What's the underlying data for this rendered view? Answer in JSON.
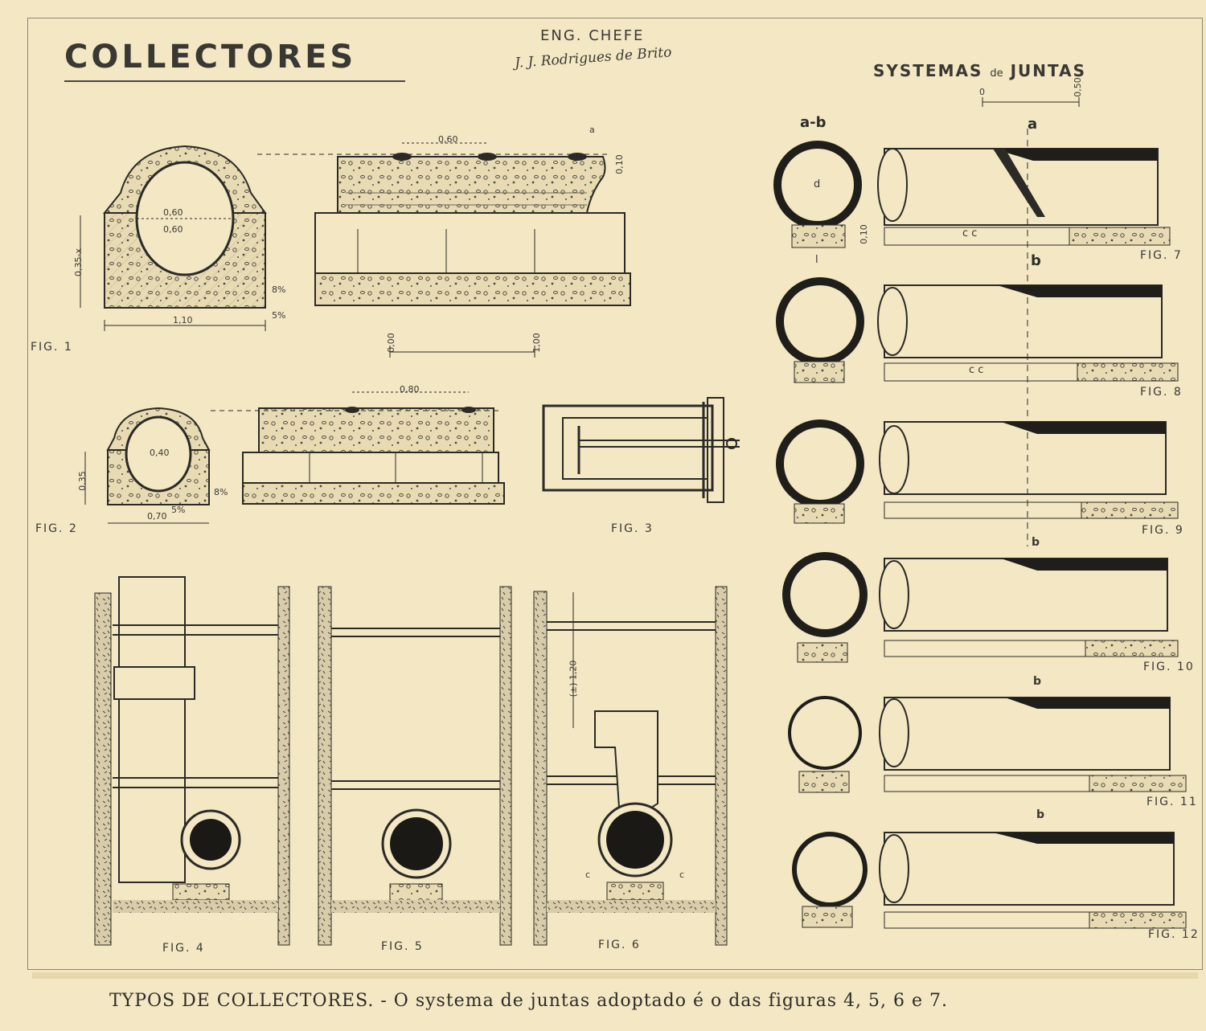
{
  "header": {
    "title": "COLLECTORES",
    "eng_label": "ENG. CHEFE",
    "signature": "J. J. Rodrigues de Brito",
    "systems_title_a": "SYSTEMAS",
    "systems_title_de": "de",
    "systems_title_b": "JUNTAS"
  },
  "figures": {
    "fig1": "FIG. 1",
    "fig2": "FIG. 2",
    "fig3": "FIG. 3",
    "fig4": "FIG. 4",
    "fig5": "FIG. 5",
    "fig6": "FIG. 6",
    "fig7": "FIG. 7",
    "fig8": "FIG. 8",
    "fig9": "FIG. 9",
    "fig10": "FIG. 10",
    "fig11": "FIG. 11",
    "fig12": "FIG. 12"
  },
  "dimensions": {
    "d_060_top": "0,60",
    "d_060_inner": "0,60",
    "d_060_inner2": "0,60",
    "d_035_x": "0,35-x",
    "d_110": "1,10",
    "d_010": "0,10",
    "d_080": "0,80",
    "d_040": "0,40",
    "d_035": "0,35",
    "d_070": "0,70",
    "slope_8": "8%",
    "slope_5": "5%",
    "slope_8b": "8%",
    "slope_5b": "5%",
    "scale_0": "0,00",
    "scale_1": "1,00",
    "height_120": "(±) 1,20",
    "a_mark": "a",
    "c_mark_l": "c",
    "c_mark_r": "c",
    "cc": "c c"
  },
  "joints": {
    "ab_label": "a-b",
    "a_label": "a",
    "b_label": "b",
    "d_label": "d",
    "l_label": "l",
    "cc_7": "c c",
    "cc_8": "c c",
    "b9": "b",
    "b11": "b",
    "b12": "b",
    "h010": "0,10",
    "scale_050": "0,50",
    "scale_0": "0"
  },
  "caption": "TYPOS DE COLLECTORES. - O systema de juntas adoptado é o das figuras  4, 5, 6 e 7.",
  "colors": {
    "paper": "#f3e7c4",
    "ink": "#2b2a26",
    "concrete": "#e8dbb3"
  }
}
